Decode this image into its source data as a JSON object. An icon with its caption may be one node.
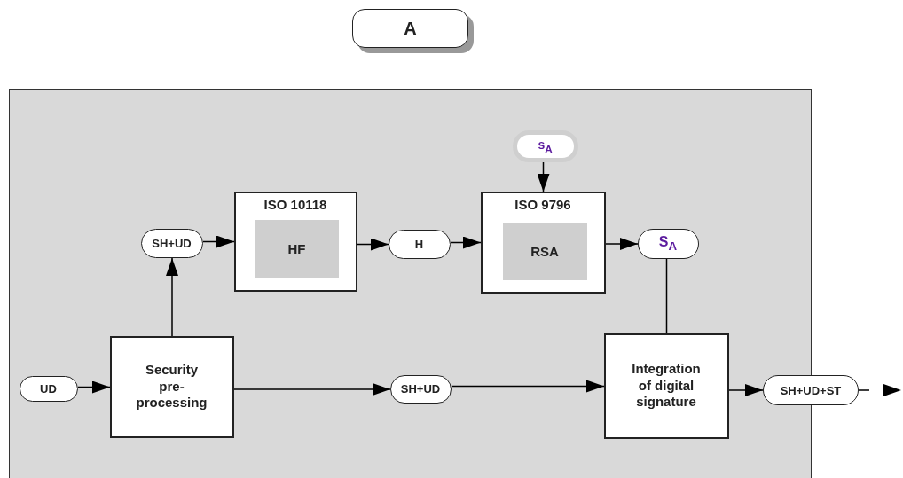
{
  "diagram": {
    "nodes": [
      {
        "text": [
          "A"
        ]
      },
      {
        "text": [],
        "shape": "box"
      },
      {
        "text": [
          "UD"
        ],
        "in": 1
      },
      {
        "text": [
          "Security pre-processing"
        ],
        "in": 1
      },
      {
        "text": [
          "SH+UD"
        ],
        "in": 1
      },
      {
        "text": [
          "ISO 10118"
        ],
        "in": 1
      },
      {
        "text": [
          "HF"
        ],
        "in": 5
      },
      {
        "text": [
          "H"
        ],
        "in": 1
      },
      {
        "text": [
          "s$_{A}$"
        ],
        "in": 1
      },
      {
        "text": [
          "ISO 9796"
        ],
        "in": 1
      },
      {
        "text": [
          "RSA"
        ],
        "in": 9
      },
      {
        "text": [
          "S$_{A}$"
        ],
        "in": 1
      },
      {
        "text": [
          "Integration of digital signature"
        ],
        "in": 1
      },
      {
        "text": [
          "SH+UD"
        ],
        "in": 1
      },
      {
        "text": [
          "SH+UD+ST"
        ]
      }
    ],
    "edges": [
      {
        "from": 2,
        "to": 3,
        "arrow": "to"
      },
      {
        "from": 3,
        "to": 4,
        "arrow": "to"
      },
      {
        "from": 4,
        "to": 5,
        "arrow": "to"
      },
      {
        "from": 5,
        "to": 7,
        "arrow": "to"
      },
      {
        "from": 7,
        "to": 9,
        "arrow": "to"
      },
      {
        "from": 8,
        "to": 9,
        "arrow": "to"
      },
      {
        "from": 9,
        "to": 11,
        "arrow": "to"
      },
      {
        "from": 11,
        "to": 12,
        "arrow": "none"
      },
      {
        "from": 3,
        "to": 13,
        "arrow": "to"
      },
      {
        "from": 13,
        "to": 12,
        "arrow": "to"
      },
      {
        "from": 12,
        "to": 14,
        "arrow": "to"
      },
      {
        "from": 14,
        "to": null,
        "arrow": "to",
        "style": "dashed"
      }
    ]
  }
}
